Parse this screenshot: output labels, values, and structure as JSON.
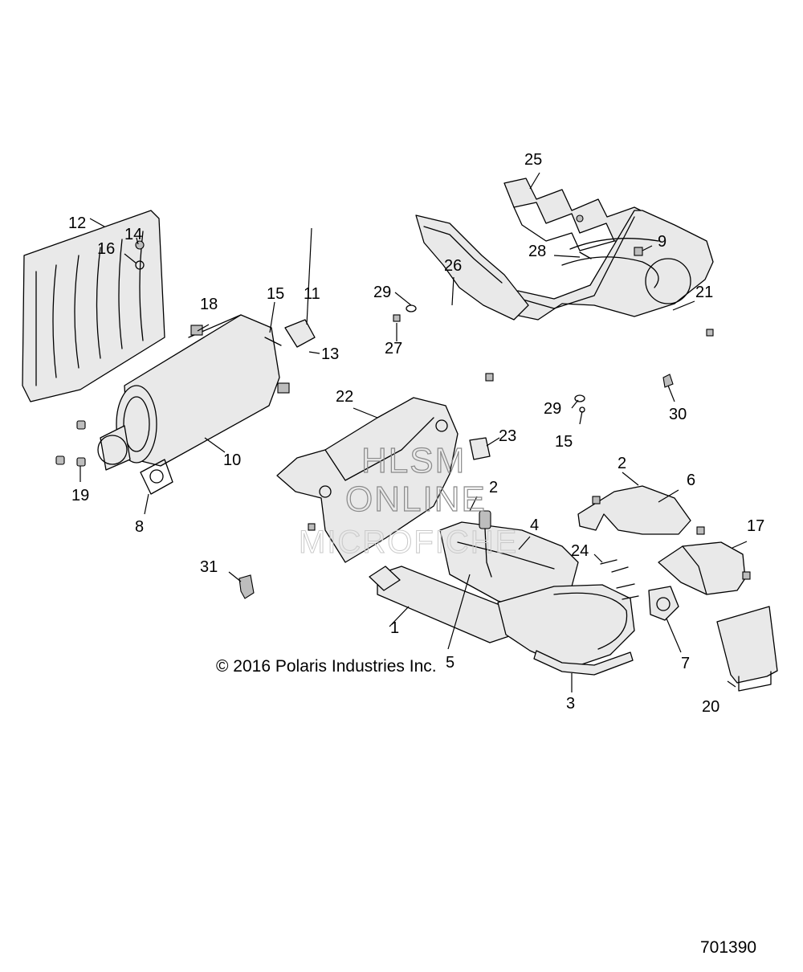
{
  "callouts": {
    "c1": "1",
    "c2a": "2",
    "c2b": "2",
    "c3": "3",
    "c4": "4",
    "c5": "5",
    "c6": "6",
    "c7": "7",
    "c8": "8",
    "c9": "9",
    "c10": "10",
    "c11": "11",
    "c12": "12",
    "c13": "13",
    "c14": "14",
    "c15a": "15",
    "c15b": "15",
    "c16": "16",
    "c17": "17",
    "c18": "18",
    "c19": "19",
    "c20": "20",
    "c21": "21",
    "c22": "22",
    "c23": "23",
    "c24": "24",
    "c25": "25",
    "c26": "26",
    "c27": "27",
    "c28": "28",
    "c29a": "29",
    "c29b": "29",
    "c30": "30",
    "c31": "31"
  },
  "copyright": "© 2016 Polaris Industries Inc.",
  "drawing_number": "701390",
  "watermark": {
    "line1": "HLSM",
    "line2": "ONLINE",
    "line3": "MICROFICHE"
  }
}
